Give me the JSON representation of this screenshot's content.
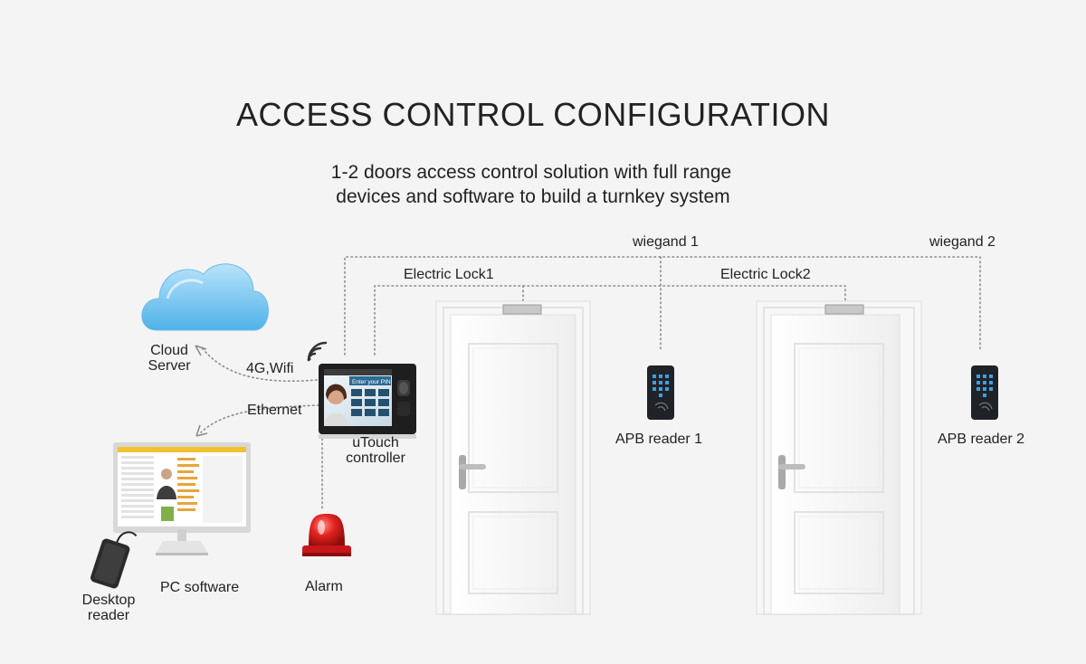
{
  "header": {
    "title": "ACCESS CONTROL CONFIGURATION",
    "subtitle_line1": "1-2 doors access control solution with full range",
    "subtitle_line2": "devices and software to build a turnkey system"
  },
  "links": {
    "wiegand_1": "wiegand 1",
    "wiegand_2": "wiegand 2",
    "electric_lock_1": "Electric Lock1",
    "electric_lock_2": "Electric Lock2",
    "wireless": "4G,Wifi",
    "ethernet": "Ethernet"
  },
  "devices": {
    "cloud_line1": "Cloud",
    "cloud_line2": "Server",
    "controller_line1": "uTouch",
    "controller_line2": "controller",
    "controller_screen_text": "Enter your PIN",
    "pc_software": "PC software",
    "desktop_reader_line1": "Desktop",
    "desktop_reader_line2": "reader",
    "alarm": "Alarm",
    "apb_reader_1": "APB reader 1",
    "apb_reader_2": "APB reader 2"
  },
  "colors": {
    "background": "#f4f4f4",
    "dotted_line": "#8a8a8a",
    "cloud": "#7cc7ee",
    "alarm_red": "#e0201c",
    "door_white": "#fafafa",
    "reader_body": "#1f2328",
    "reader_keys": "#3aa0e6"
  },
  "icons": {
    "cloud": "cloud-icon",
    "wifi": "wifi-icon",
    "alarm": "siren-icon",
    "monitor": "monitor-icon",
    "reader": "card-reader-icon",
    "door": "door-icon"
  }
}
